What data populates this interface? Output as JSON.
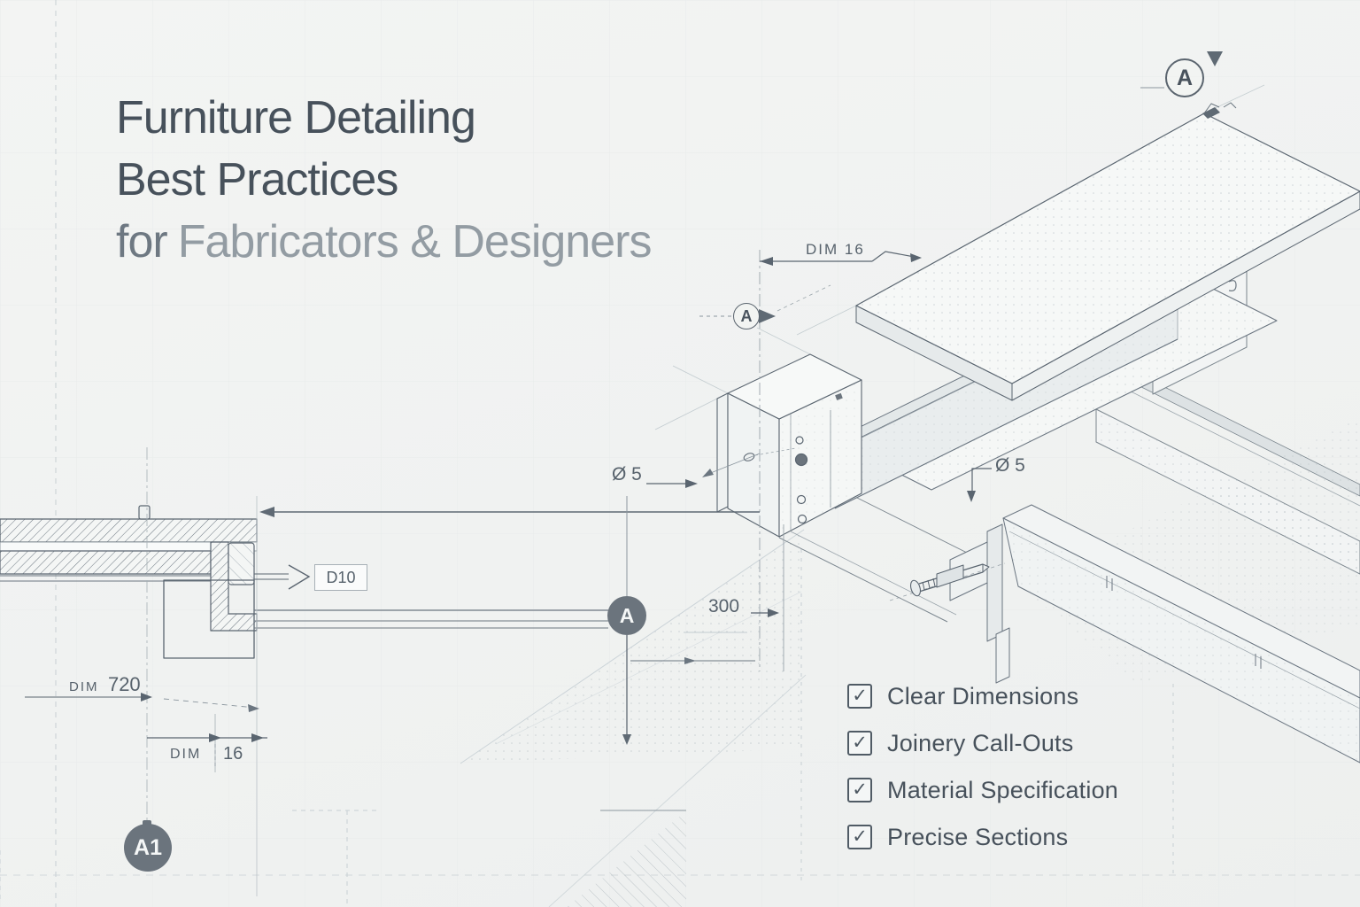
{
  "title": {
    "line1": "Furniture Detailing",
    "line2": "Best Practices",
    "line3_prefix": "for",
    "line3_highlight": "Fabricators & Designers"
  },
  "checklist": [
    {
      "label": "Clear Dimensions",
      "checked": true
    },
    {
      "label": "Joinery Call-Outs",
      "checked": true
    },
    {
      "label": "Material Specification",
      "checked": true
    },
    {
      "label": "Precise Sections",
      "checked": true
    }
  ],
  "callouts": {
    "dim_top": "DIM 16",
    "dia_left": "Ø 5",
    "dia_right": "Ø 5",
    "len_300": "300",
    "dowel": "D10",
    "dim720_prefix": "DIM",
    "dim720_value": "720",
    "dim16_prefix": "DIM",
    "dim16_value": "16"
  },
  "markers": {
    "section_top": "A",
    "section_side": "A",
    "section_node": "A",
    "detail_node": "A1"
  },
  "icons": {
    "check": "✓",
    "triangle_down": "triangle-down-icon",
    "arrow_right": "arrow-right-icon",
    "arrow_left": "arrow-left-icon"
  },
  "colors": {
    "background": "#f1f3f2",
    "ink": "#5a6570",
    "ink_light": "#9aa4ab",
    "title_primary": "#47515b",
    "title_muted": "#939ca3",
    "marker_fill": "#6b747d",
    "marker_text": "#f5f7f7",
    "face_light": "#f6f8f7",
    "face_mid": "#e9edee"
  }
}
